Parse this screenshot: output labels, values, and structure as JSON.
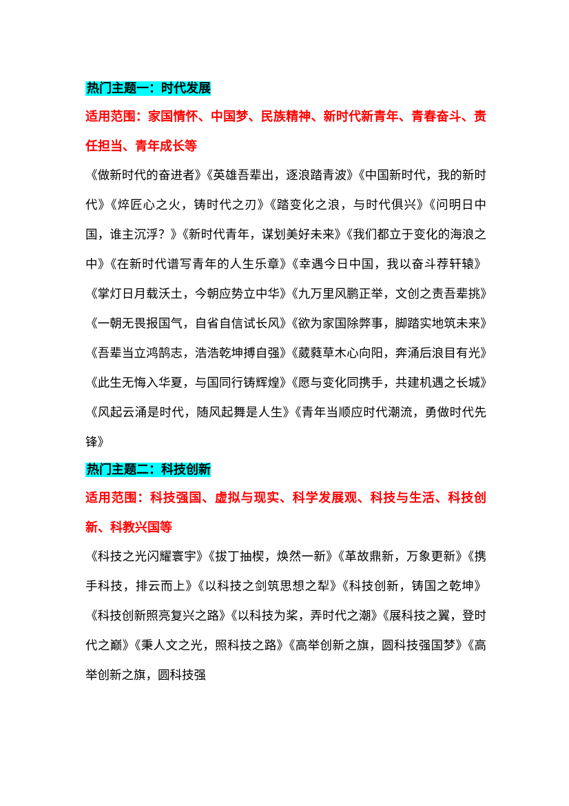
{
  "sections": [
    {
      "heading": "热门主题一：时代发展",
      "scope": "适用范围：家国情怀、中国梦、民族精神、新时代新青年、青春奋斗、责任担当、青年成长等",
      "titles": "《做新时代的奋进者》《英雄吾辈出，逐浪踏青波》《中国新时代，我的新时代》《焠匠心之火，铸时代之刃》《踏变化之浪，与时代俱兴》《问明日中国，谁主沉浮？》《新时代青年，谋划美好未来》《我们都立于变化的海浪之中》《在新时代谱写青年的人生乐章》《幸遇今日中国，我以奋斗荐轩辕》《掌灯日月载沃土，今朝应势立中华》《九万里风鹏正举，文创之责吾辈挑》《一朝无畏报国气，自省自信试长风》《欲为家国除弊事，脚踏实地筑未来》《吾辈当立鸿鹄志，浩浩乾坤搏自强》《葳蕤草木心向阳，奔涌后浪目有光》《此生无悔入华夏，与国同行铸辉煌》《愿与变化同携手，共建机遇之长城》《风起云涌是时代，随风起舞是人生》《青年当顺应时代潮流，勇做时代先锋》"
    },
    {
      "heading": "热门主题二：科技创新",
      "scope": "适用范围：科技强国、虚拟与现实、科学发展观、科技与生活、科技创新、科教兴国等",
      "titles": "《科技之光闪耀寰宇》《拔丁抽楔，焕然一新》《革故鼎新，万象更新》《携手科技，排云而上》《以科技之剑筑思想之犁》《科技创新，铸国之乾坤》《科技创新照亮复兴之路》《以科技为桨，弄时代之潮》《展科技之翼，登时代之巅》《秉人文之光，照科技之路》《高举创新之旗，圆科技强国梦》《高举创新之旗，圆科技强"
    }
  ]
}
